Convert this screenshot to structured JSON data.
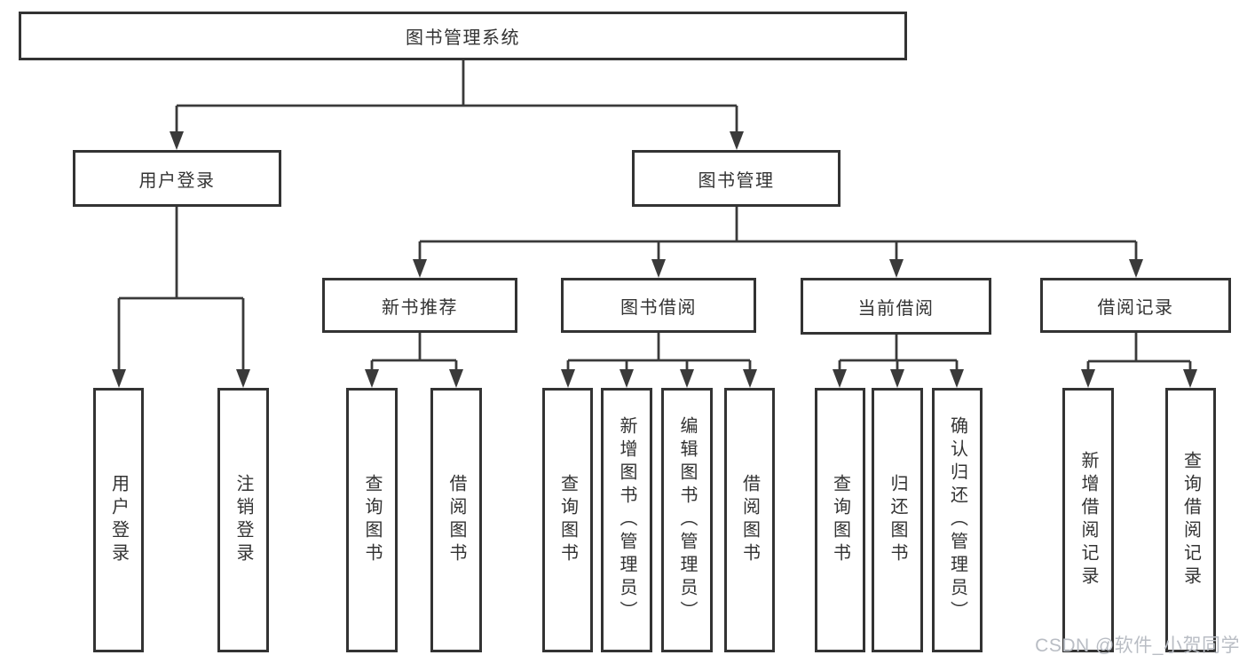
{
  "diagram": {
    "root": {
      "label": "图书管理系统"
    },
    "user_login": {
      "label": "用户登录",
      "children": [
        {
          "label": "用户登录"
        },
        {
          "label": "注销登录"
        }
      ]
    },
    "book_mgmt": {
      "label": "图书管理",
      "children": [
        {
          "label": "新书推荐",
          "children": [
            {
              "label": "查询图书"
            },
            {
              "label": "借阅图书"
            }
          ]
        },
        {
          "label": "图书借阅",
          "children": [
            {
              "label": "查询图书"
            },
            {
              "label": "新增图书（管理员）"
            },
            {
              "label": "编辑图书（管理员）"
            },
            {
              "label": "借阅图书"
            }
          ]
        },
        {
          "label": "当前借阅",
          "children": [
            {
              "label": "查询图书"
            },
            {
              "label": "归还图书"
            },
            {
              "label": "确认归还（管理员）"
            }
          ]
        },
        {
          "label": "借阅记录",
          "children": [
            {
              "label": "新增借阅记录"
            },
            {
              "label": "查询借阅记录"
            }
          ]
        }
      ]
    },
    "watermark": "CSDN @软件_小贺同学",
    "colors": {
      "line": "#3a3a3a",
      "border": "#333333",
      "text": "#333333",
      "background": "#ffffff",
      "watermark": "#b9bdc4"
    }
  }
}
